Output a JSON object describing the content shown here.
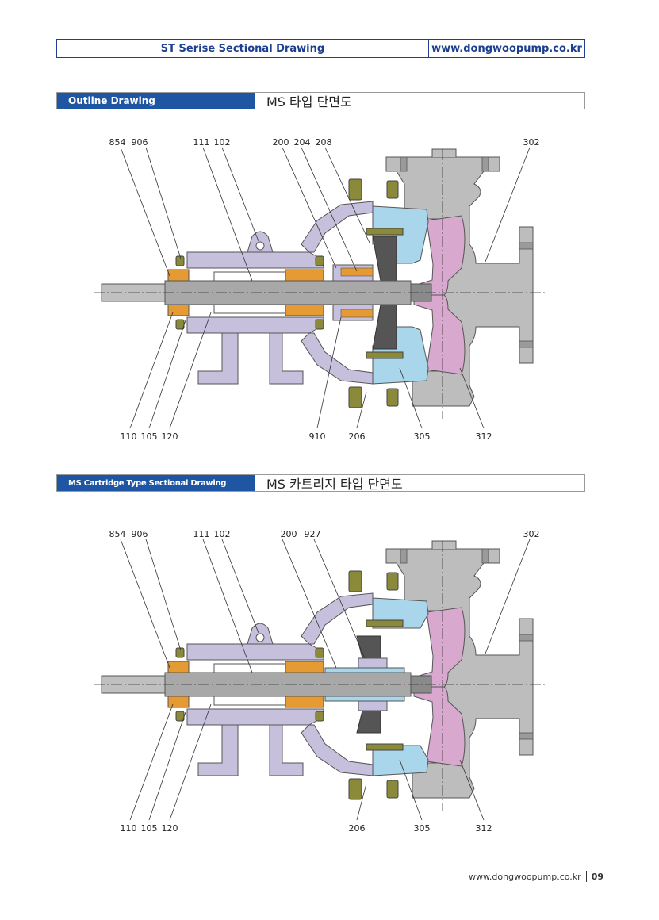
{
  "header": {
    "title": "ST Serise Sectional Drawing",
    "url": "www.dongwoopump.co.kr"
  },
  "section1": {
    "title_en": "Outline Drawing",
    "title_ko": "MS 타입 단면도",
    "callouts_top": [
      "854",
      "906",
      "111",
      "102",
      "200",
      "204",
      "208",
      "302"
    ],
    "callouts_bottom": [
      "110",
      "105",
      "120",
      "910",
      "206",
      "305",
      "312"
    ]
  },
  "section2": {
    "title_en": "MS Cartridge Type Sectional Drawing",
    "title_ko": "MS 카트리지 타입 단면도",
    "callouts_top": [
      "854",
      "906",
      "111",
      "102",
      "200",
      "927",
      "302"
    ],
    "callouts_bottom": [
      "110",
      "105",
      "120",
      "206",
      "305",
      "312"
    ]
  },
  "colors": {
    "casing_gray": "#bdbdbd",
    "bracket_lavender": "#c7c0dd",
    "impeller_pink": "#d8a8cf",
    "cover_blue": "#a9d6ea",
    "bearing_orange": "#e59a33",
    "shaft_gray": "#a8a8a8",
    "bolt_olive": "#8a8a3a",
    "accent_blue": "#1f56a4"
  },
  "footer": {
    "url": "www.dongwoopump.co.kr",
    "page": "09"
  }
}
